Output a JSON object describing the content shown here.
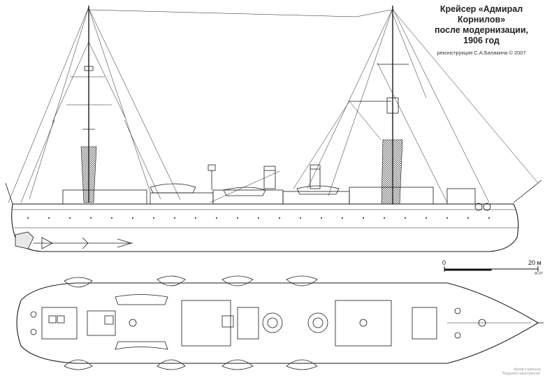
{
  "title": {
    "line1": "Крейсер «Адмирал Корнилов»",
    "line2": "после модернизации,",
    "line3": "1906 год"
  },
  "credit": "реконструкция С.А.Балакина © 2007",
  "scale": {
    "start_label": "0",
    "end_label": "20 м",
    "tag": "Ф.07"
  },
  "watermark": {
    "line1": "Архив к журналу",
    "line2": "\"Моделист-конструктор\""
  },
  "colors": {
    "ink": "#1a1a1a",
    "paper": "#ffffff",
    "hatch": "#333333"
  }
}
